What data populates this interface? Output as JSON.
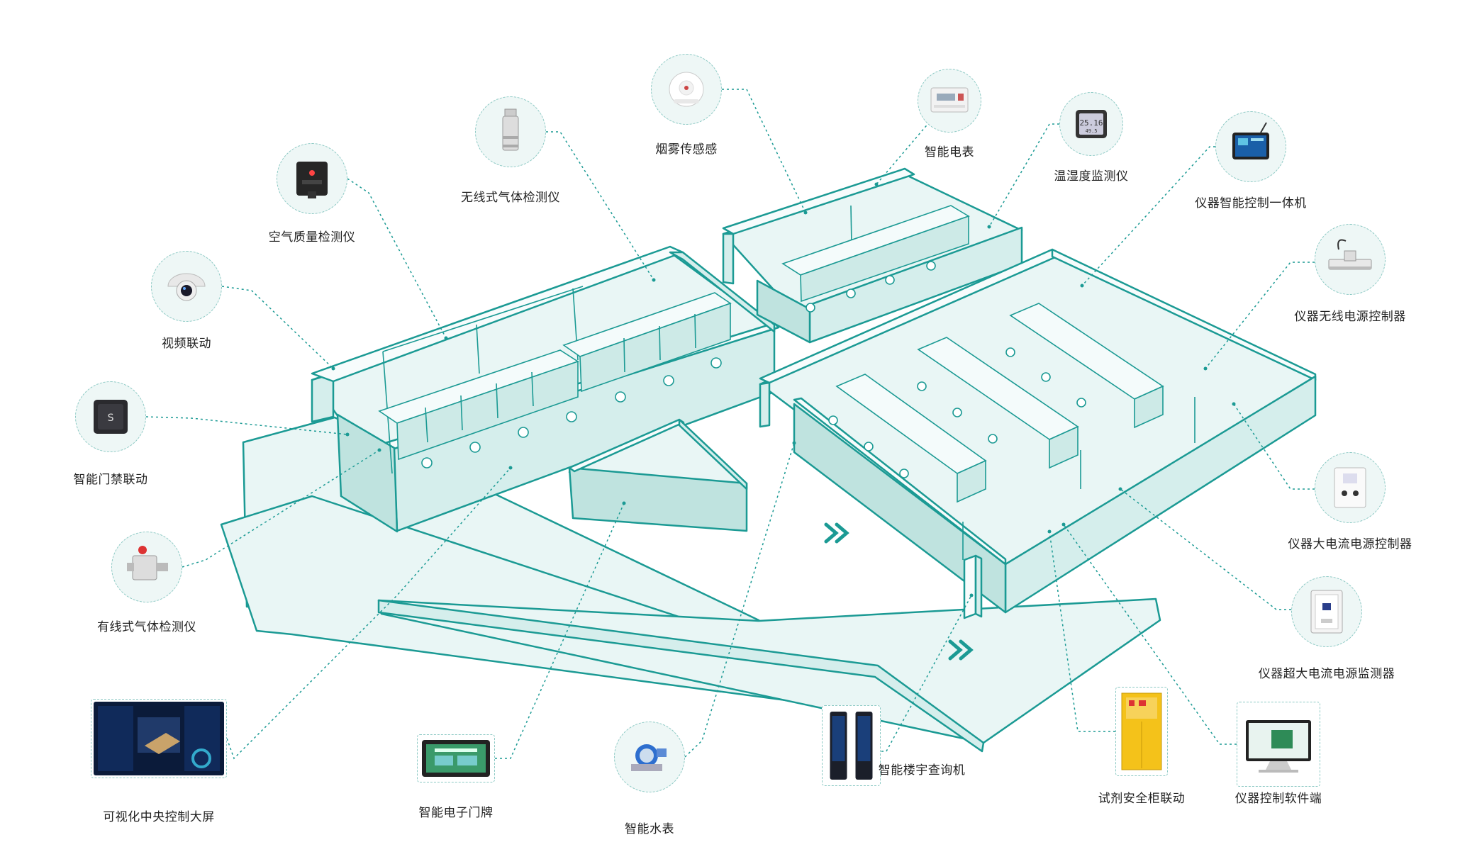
{
  "colors": {
    "primary": "#1b9a94",
    "floor": "#e9f6f5",
    "wall_top": "#f7fcfc",
    "wall_side": "#cbeae7",
    "leader": "#1b9a94",
    "node_fill": "#eef7f6",
    "node_border": "#8cc9c4",
    "text": "#222222"
  },
  "devices": [
    {
      "id": "smoke",
      "label": "烟雾传感感",
      "icon": "smoke-detector-icon"
    },
    {
      "id": "meter",
      "label": "智能电表",
      "icon": "electric-meter-icon"
    },
    {
      "id": "temp",
      "label": "温湿度监测仪",
      "icon": "thermo-hygrometer-icon"
    },
    {
      "id": "ctrl",
      "label": "仪器智能控制一体机",
      "icon": "control-terminal-icon"
    },
    {
      "id": "wireless_power",
      "label": "仪器无线电源控制器",
      "icon": "wireless-power-controller-icon"
    },
    {
      "id": "high_current",
      "label": "仪器大电流电源控制器",
      "icon": "high-current-controller-icon"
    },
    {
      "id": "ultra_current",
      "label": "仪器超大电流电源监测器",
      "icon": "ultra-current-monitor-icon"
    },
    {
      "id": "software",
      "label": "仪器控制软件端",
      "icon": "monitor-software-icon"
    },
    {
      "id": "cabinet",
      "label": "试剂安全柜联动",
      "icon": "safety-cabinet-icon"
    },
    {
      "id": "kiosk",
      "label": "智能楼宇查询机",
      "icon": "kiosk-icon"
    },
    {
      "id": "water",
      "label": "智能水表",
      "icon": "water-meter-icon"
    },
    {
      "id": "doorplate",
      "label": "智能电子门牌",
      "icon": "doorplate-icon"
    },
    {
      "id": "bigscreen",
      "label": "可视化中央控制大屏",
      "icon": "dashboard-screen-icon"
    },
    {
      "id": "wired_gas",
      "label": "有线式气体检测仪",
      "icon": "wired-gas-detector-icon"
    },
    {
      "id": "access",
      "label": "智能门禁联动",
      "icon": "access-control-icon"
    },
    {
      "id": "video",
      "label": "视频联动",
      "icon": "dome-camera-icon"
    },
    {
      "id": "air",
      "label": "空气质量检测仪",
      "icon": "air-quality-icon"
    },
    {
      "id": "wireless_gas",
      "label": "无线式气体检测仪",
      "icon": "wireless-gas-detector-icon"
    }
  ]
}
